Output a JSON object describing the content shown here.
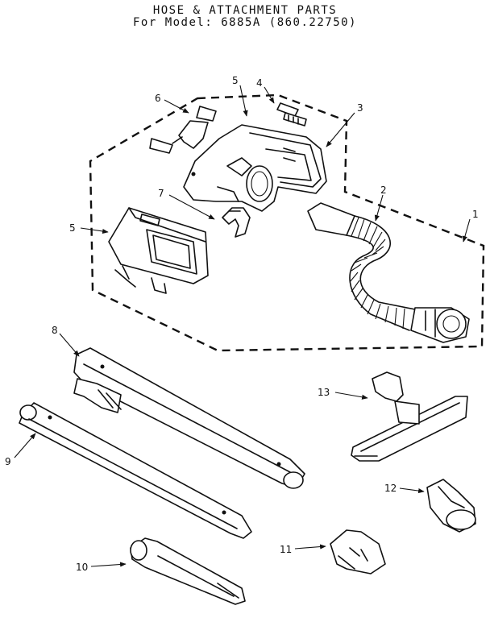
{
  "title": {
    "line1": "HOSE & ATTACHMENT PARTS",
    "line2": "For Model: 6885A (860.22750)"
  },
  "callouts": [
    "1",
    "2",
    "3",
    "4",
    "5",
    "5",
    "6",
    "7",
    "8",
    "9",
    "10",
    "11",
    "12",
    "13"
  ],
  "parts": [
    {
      "number": "1",
      "icon": "dashed-assembly-boundary"
    },
    {
      "number": "2",
      "icon": "flexible-hose"
    },
    {
      "number": "3",
      "icon": "hose-handle-housing"
    },
    {
      "number": "4",
      "icon": "latch"
    },
    {
      "number": "5",
      "icon": "housing-half"
    },
    {
      "number": "6",
      "icon": "clip-bracket"
    },
    {
      "number": "7",
      "icon": "retainer-ring"
    },
    {
      "number": "8",
      "icon": "upper-wand"
    },
    {
      "number": "9",
      "icon": "lower-wand"
    },
    {
      "number": "10",
      "icon": "crevice-tool"
    },
    {
      "number": "11",
      "icon": "dusting-brush"
    },
    {
      "number": "12",
      "icon": "upholstery-nozzle"
    },
    {
      "number": "13",
      "icon": "floor-brush"
    }
  ]
}
